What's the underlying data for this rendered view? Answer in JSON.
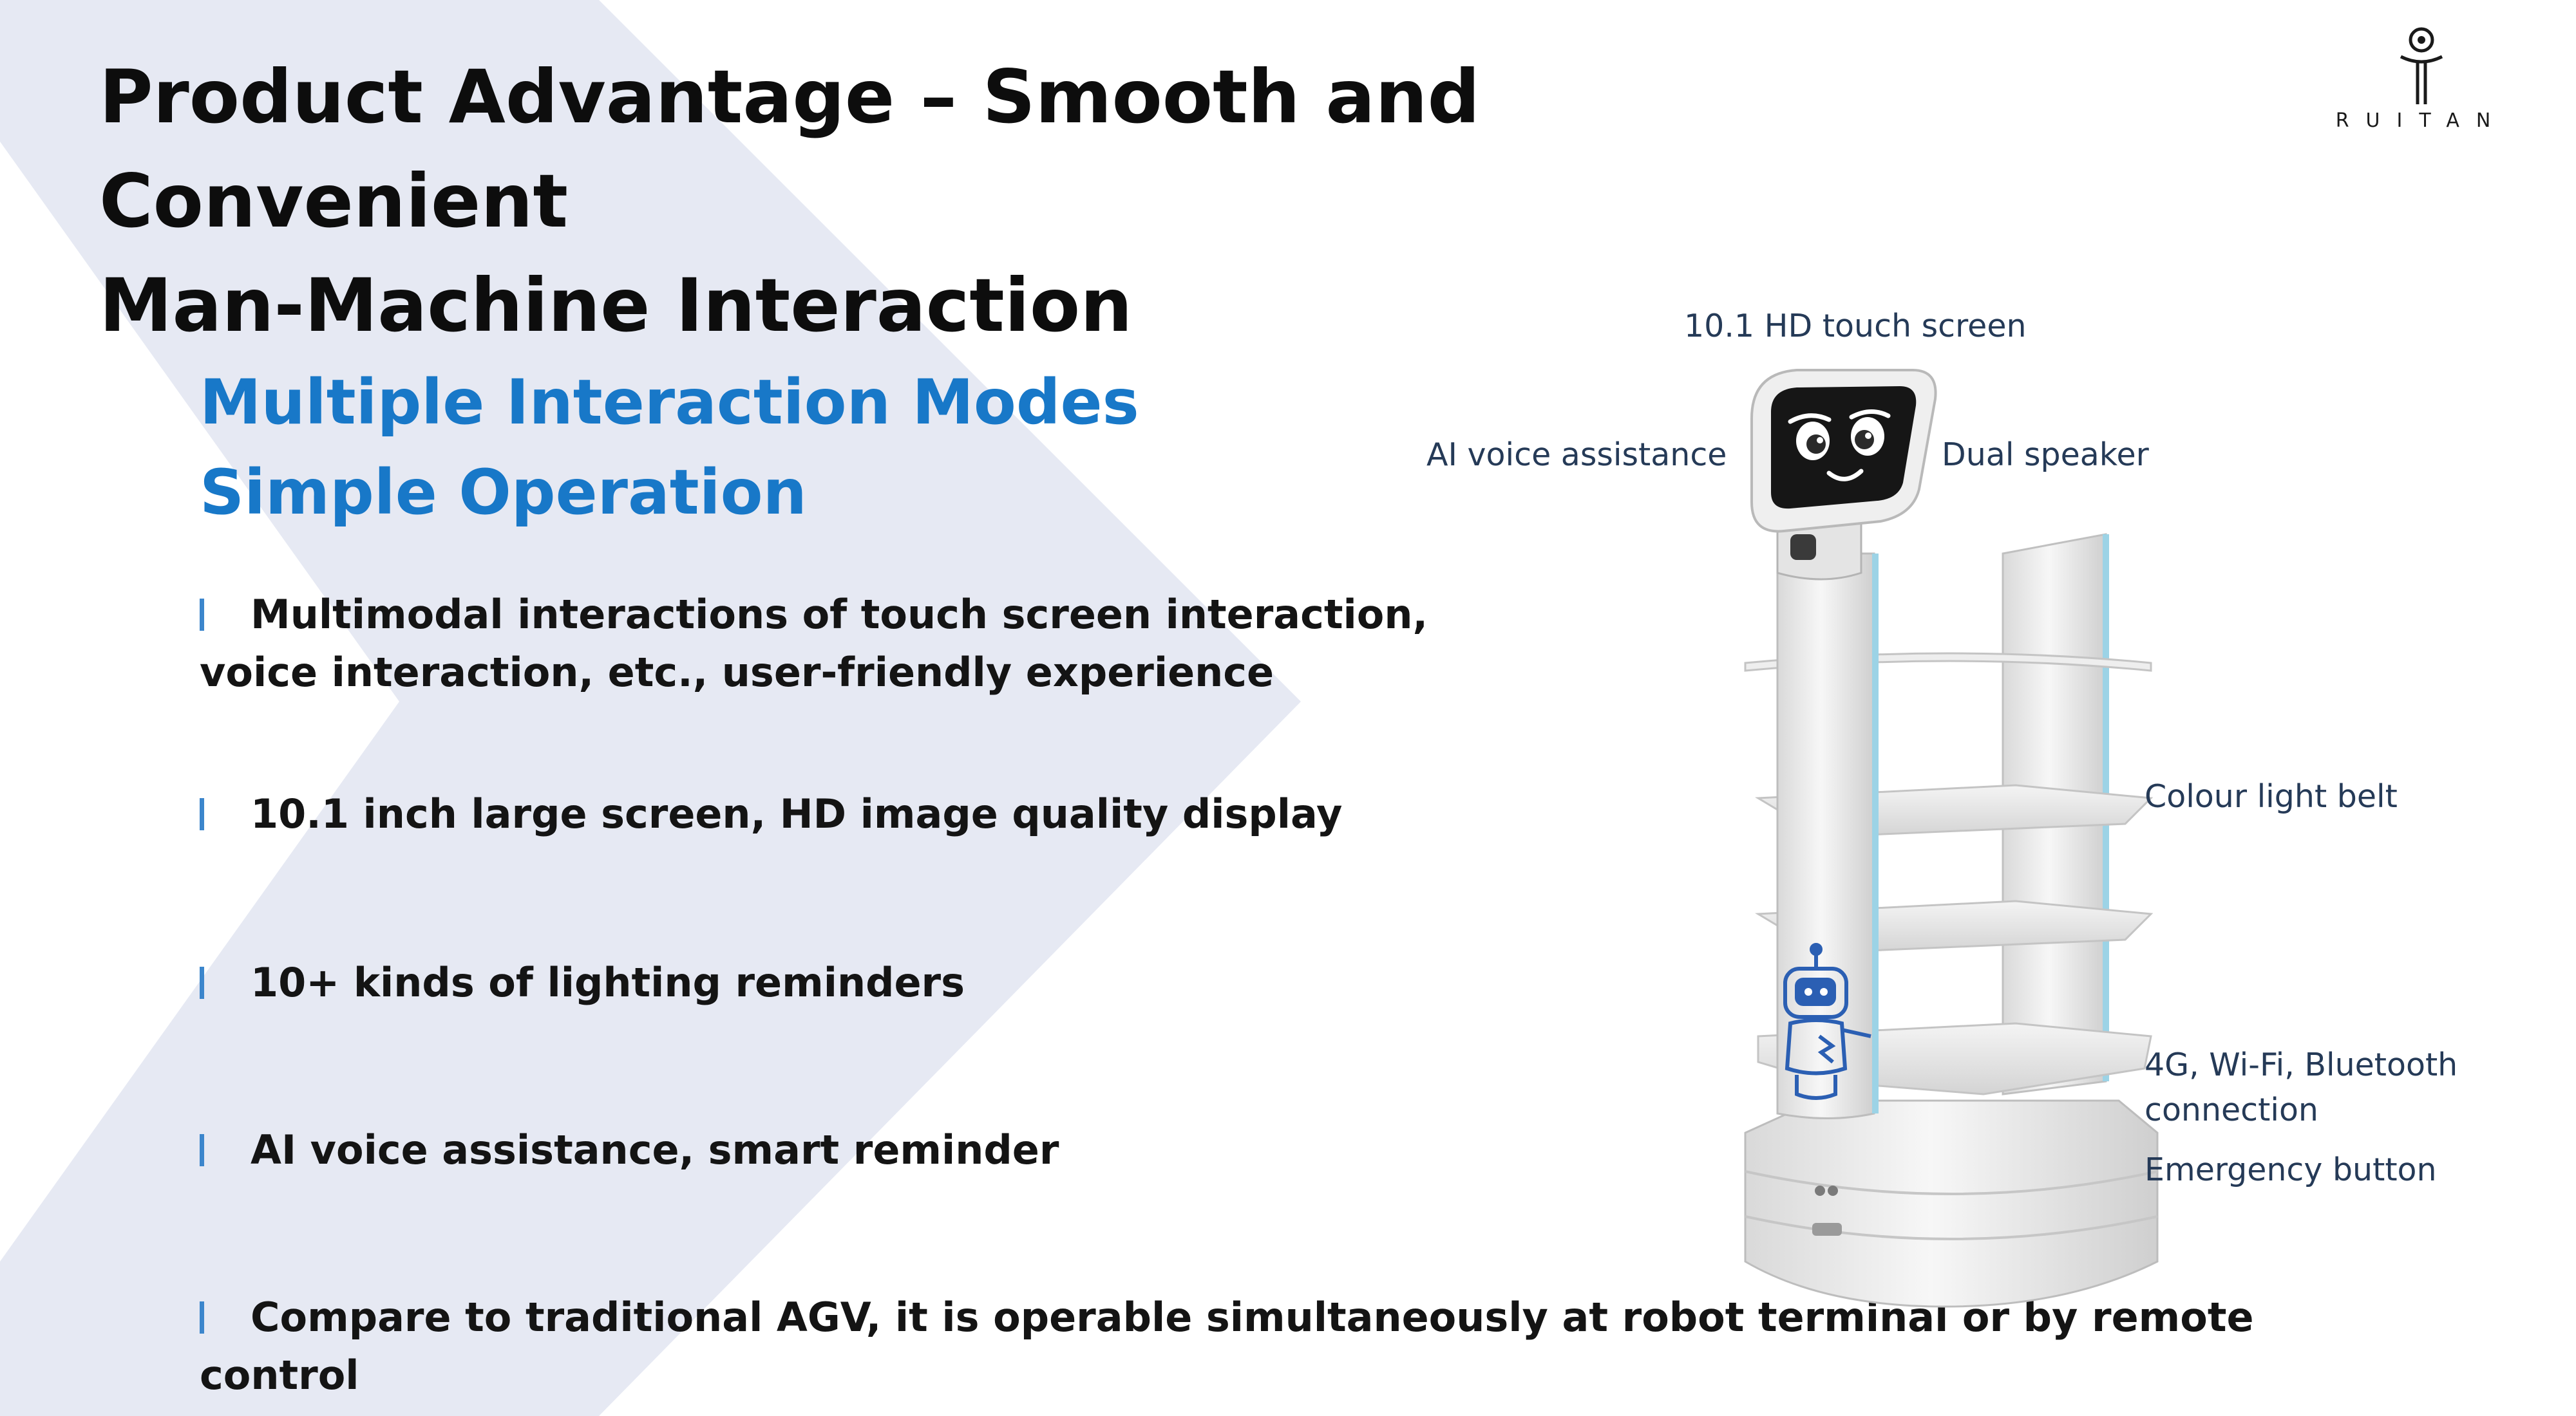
{
  "title": {
    "line1": "Product Advantage – Smooth and Convenient",
    "line2": "Man-Machine Interaction"
  },
  "logo": {
    "text": "RUITAN",
    "icon": "ruitan-logo-icon"
  },
  "subtitle": {
    "line1": "Multiple Interaction Modes",
    "line2": "Simple Operation"
  },
  "bullets": [
    {
      "line1": "Multimodal interactions of touch screen interaction,",
      "line2": "voice interaction, etc., user-friendly experience"
    },
    {
      "line1": "10.1 inch large screen, HD image quality display"
    },
    {
      "line1": "10+ kinds of lighting reminders"
    },
    {
      "line1": "AI voice assistance, smart reminder"
    },
    {
      "line1": "Compare to traditional AGV, it is operable simultaneously at robot terminal or by remote control"
    }
  ],
  "callouts": {
    "touch_screen": "10.1 HD touch screen",
    "voice": "AI voice assistance",
    "speaker": "Dual speaker",
    "light_belt": "Colour light belt",
    "connectivity_line1": "4G, Wi-Fi, Bluetooth",
    "connectivity_line2": "connection",
    "emergency": "Emergency button"
  },
  "colors": {
    "accent_blue": "#1878c8",
    "chevron_fill": "#e6e9f3",
    "bullet_bar": "#3c86cc"
  }
}
